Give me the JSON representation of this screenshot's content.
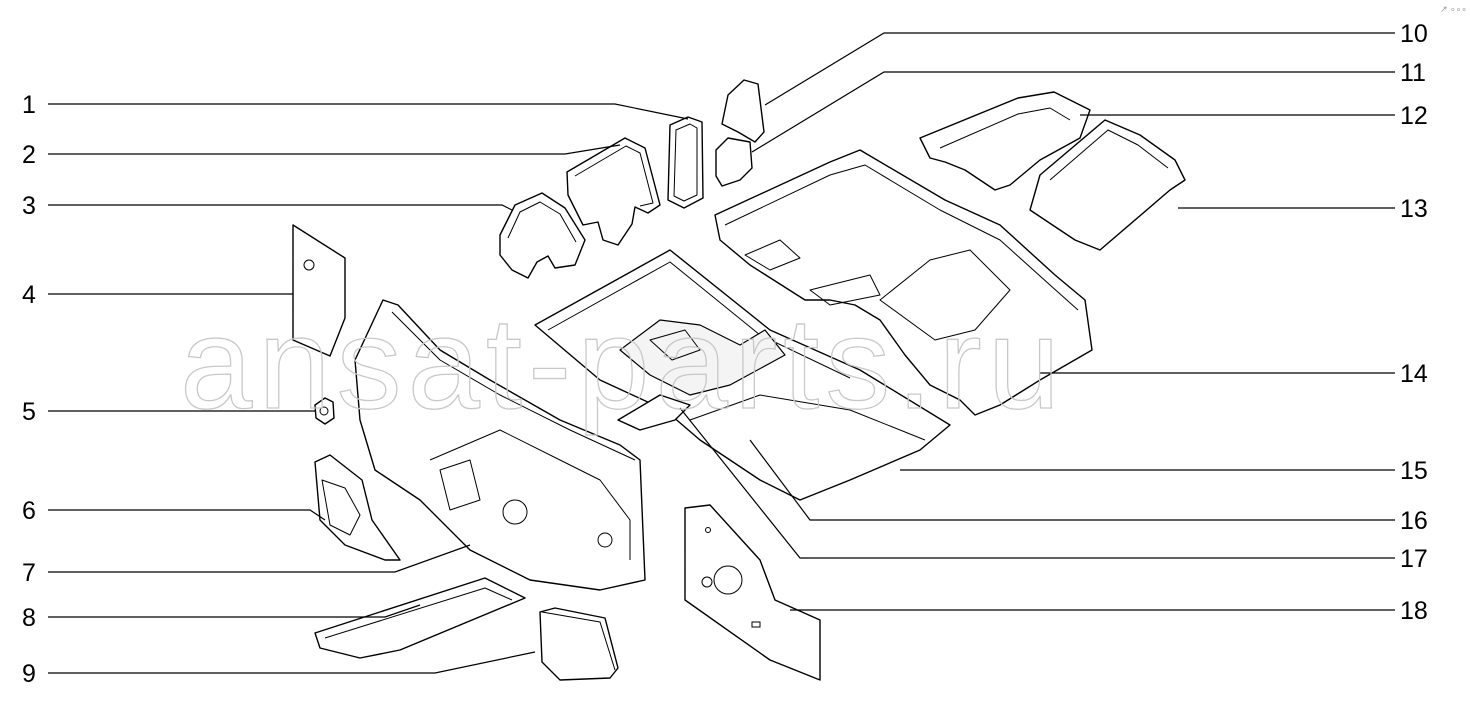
{
  "watermark": "ansat-parts.ru",
  "corner_mark": "↗ ∘∘∘",
  "callouts": [
    {
      "id": "1",
      "label": "1"
    },
    {
      "id": "2",
      "label": "2"
    },
    {
      "id": "3",
      "label": "3"
    },
    {
      "id": "4",
      "label": "4"
    },
    {
      "id": "5",
      "label": "5"
    },
    {
      "id": "6",
      "label": "6"
    },
    {
      "id": "7",
      "label": "7"
    },
    {
      "id": "8",
      "label": "8"
    },
    {
      "id": "9",
      "label": "9"
    },
    {
      "id": "10",
      "label": "10"
    },
    {
      "id": "11",
      "label": "11"
    },
    {
      "id": "12",
      "label": "12"
    },
    {
      "id": "13",
      "label": "13"
    },
    {
      "id": "14",
      "label": "14"
    },
    {
      "id": "15",
      "label": "15"
    },
    {
      "id": "16",
      "label": "16"
    },
    {
      "id": "17",
      "label": "17"
    },
    {
      "id": "18",
      "label": "18"
    }
  ]
}
